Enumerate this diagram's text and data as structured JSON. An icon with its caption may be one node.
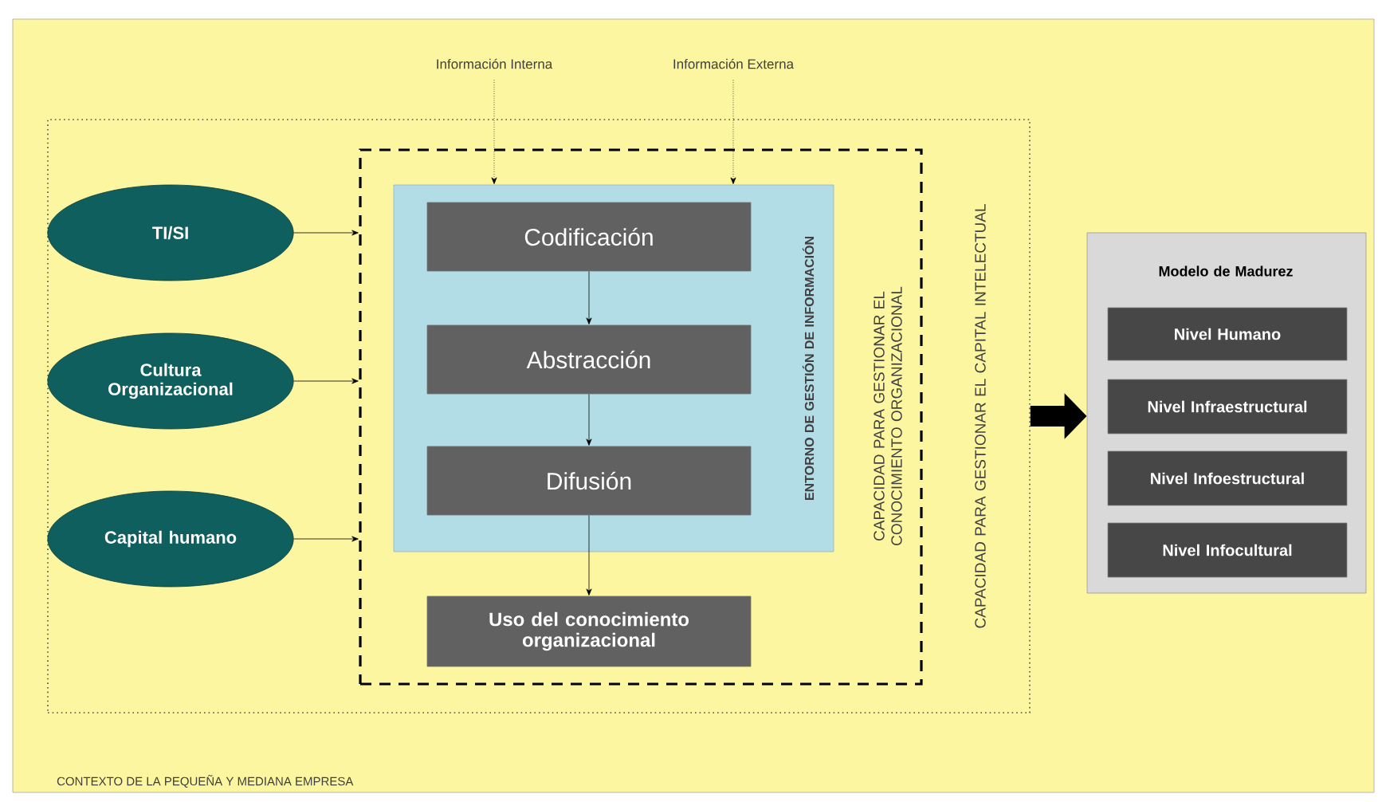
{
  "diagram": {
    "nodes": [
      {
        "text": [
          "CONTEXTO DE LA PEQUEÑA Y MEDIANA EMPRESA"
        ]
      },
      {
        "text": [
          "CAPACIDAD PARA GESTIONAR EL CAPITAL INTELECTUAL"
        ],
        "in": 0
      },
      {
        "text": [
          "CAPACIDAD PARA GESTIONAR EL CONOCIMIENTO ORGANIZACIONAL"
        ],
        "in": 1
      },
      {
        "text": [
          "ENTORNO DE GESTIÓN DE INFORMACIÓN"
        ],
        "in": 2
      },
      {
        "text": [
          "Codificación"
        ],
        "in": 3
      },
      {
        "text": [
          "Abstracción"
        ],
        "in": 3
      },
      {
        "text": [
          "Difusión"
        ],
        "in": 3
      },
      {
        "text": [
          "Uso del conocimiento organizacional"
        ],
        "in": 2
      },
      {
        "text": [
          "TI/SI"
        ],
        "in": 1
      },
      {
        "text": [
          "Cultura Organizacional"
        ],
        "in": 1
      },
      {
        "text": [
          "Capital humano"
        ],
        "in": 1
      },
      {
        "text": [
          "Información Interna"
        ],
        "in": 0
      },
      {
        "text": [
          "Información Externa"
        ],
        "in": 0
      },
      {
        "text": [
          "Modelo de Madurez"
        ],
        "in": 0
      },
      {
        "text": [
          "Nivel Humano"
        ],
        "in": 13
      },
      {
        "text": [
          "Nivel Infraestructural"
        ],
        "in": 13
      },
      {
        "text": [
          "Nivel Infoestructural"
        ],
        "in": 13
      },
      {
        "text": [
          "Nivel Infocultural"
        ],
        "in": 13
      }
    ],
    "edges": [
      {
        "from": 11,
        "to": 3,
        "arrow": "to",
        "style": "dashed"
      },
      {
        "from": 12,
        "to": 3,
        "arrow": "to",
        "style": "dashed"
      },
      {
        "from": 8,
        "to": 2,
        "arrow": "to"
      },
      {
        "from": 9,
        "to": 2,
        "arrow": "to"
      },
      {
        "from": 10,
        "to": 2,
        "arrow": "to"
      },
      {
        "from": 4,
        "to": 5,
        "arrow": "to"
      },
      {
        "from": 5,
        "to": 6,
        "arrow": "to"
      },
      {
        "from": 6,
        "to": 7,
        "arrow": "to"
      },
      {
        "from": 1,
        "to": 13,
        "arrow": "to",
        "style": "thick"
      }
    ]
  }
}
